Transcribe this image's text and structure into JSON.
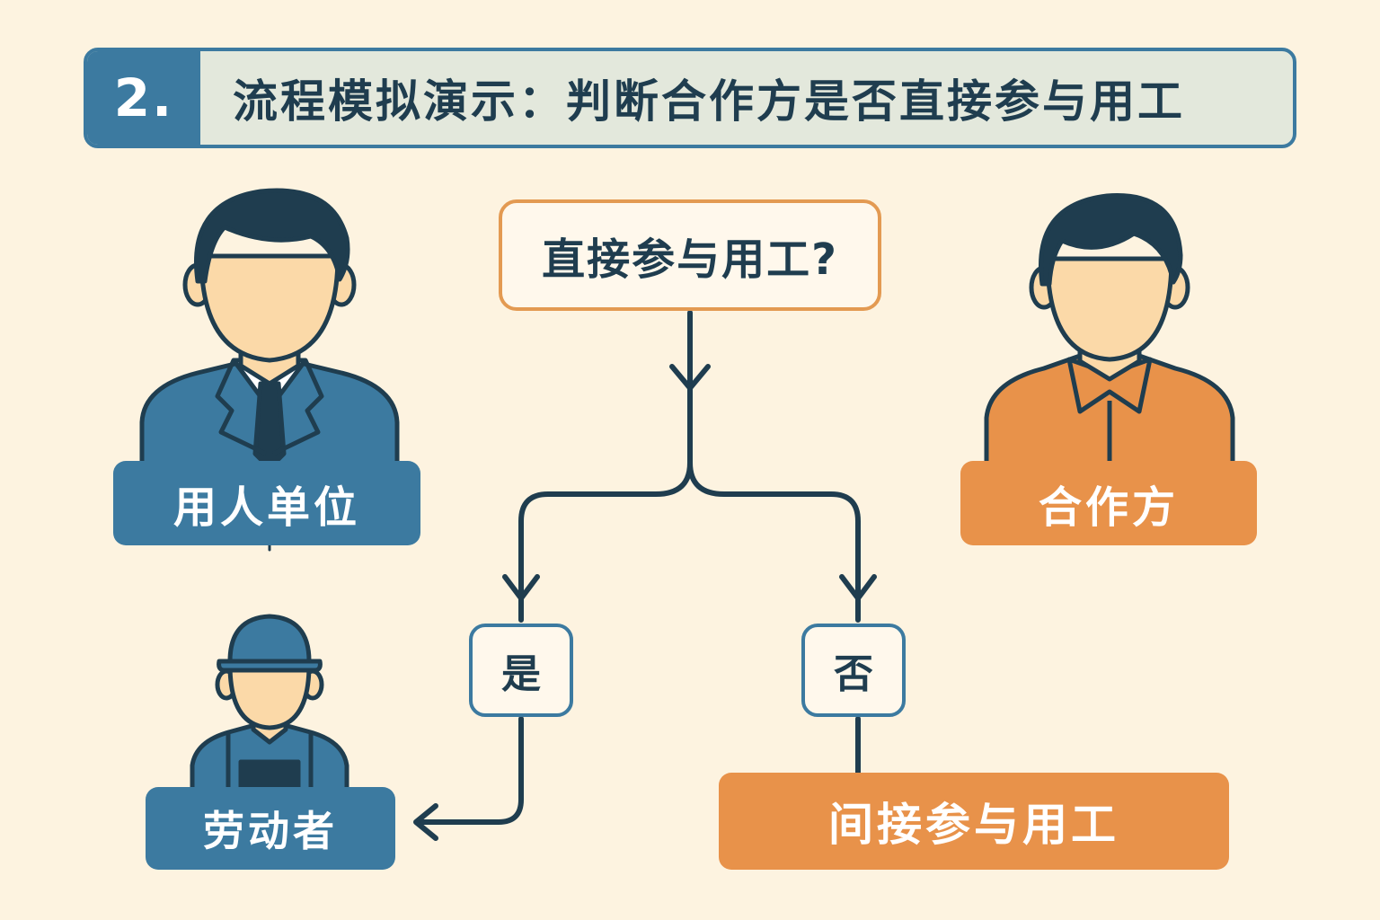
{
  "title": {
    "number": "2.",
    "text": "流程模拟演示：判断合作方是否直接参与用工"
  },
  "question": "直接参与用工?",
  "branches": {
    "yes": "是",
    "no": "否"
  },
  "roles": {
    "employer": "用人单位",
    "partner": "合作方",
    "worker": "劳动者"
  },
  "result_no": "间接参与用工",
  "colors": {
    "background": "#fdf3e0",
    "blue": "#3c7aa0",
    "orange": "#e8924a",
    "dark_line": "#1f3d4f",
    "skin": "#fbd9a8"
  },
  "icons": {
    "employer": "businessman-icon",
    "partner": "person-orange-shirt-icon",
    "worker": "worker-hardhat-icon"
  }
}
